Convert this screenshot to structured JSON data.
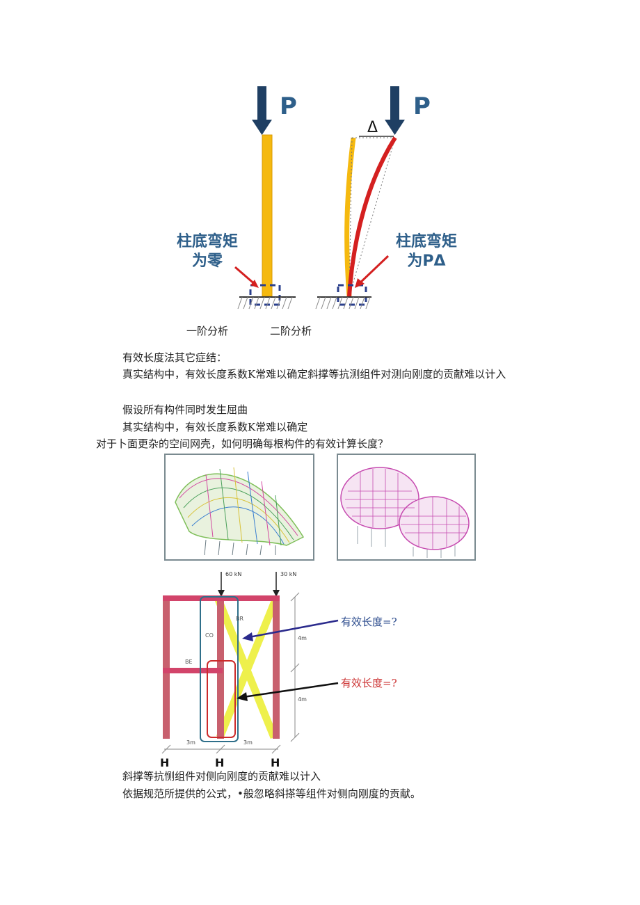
{
  "figure1": {
    "left": {
      "load_label": "P",
      "annotation_line1": "柱底弯矩",
      "annotation_line2": "为零"
    },
    "right": {
      "load_label": "P",
      "delta_label": "Δ",
      "annotation_line1": "柱底弯矩",
      "annotation_line2": "为PΔ"
    },
    "caption_first_order": "一阶分析",
    "caption_second_order": "二阶分析"
  },
  "text_block1": {
    "heading": "有效长度法其它症结：",
    "line1": "真实结构中，有效长度系数K常难以确定斜撑等抗测组件对测向刚度的贡献难以计入",
    "line2": "假设所有构件同时发生屈曲",
    "line3": "其实结构中，有效长度系数K常难以确定",
    "question": "对于卜面更杂的空间网壳，如何明确每根构件的有效计算长度？"
  },
  "frame_diagram": {
    "load_left": "60 kN",
    "load_right": "30 kN",
    "label_br": "BR",
    "label_co": "CO",
    "label_be": "BE",
    "dim_top": "4m",
    "dim_bottom": "4m",
    "span_left": "3m",
    "span_right": "3m",
    "support_left": "H",
    "support_mid": "H",
    "support_right": "H",
    "annotation_blue": "有效长度=?",
    "annotation_red": "有效长度=?"
  },
  "text_block2": {
    "line1": "斜撑等抗恻组件对侧向刚度的贡献难以计入",
    "line2": "依据规范所提供的公式，•般忽略斜搽等组件对侧向刚度的贡献。"
  },
  "colors": {
    "arrow_navy": "#1f3f63",
    "column_yellow": "#f5b90f",
    "deformed_red": "#d42020",
    "annotation_blue_text": "#2a4a8c",
    "annotation_red_text": "#cc3333",
    "frame_pink": "#d2446a",
    "brace_yellow": "#eef04c"
  }
}
